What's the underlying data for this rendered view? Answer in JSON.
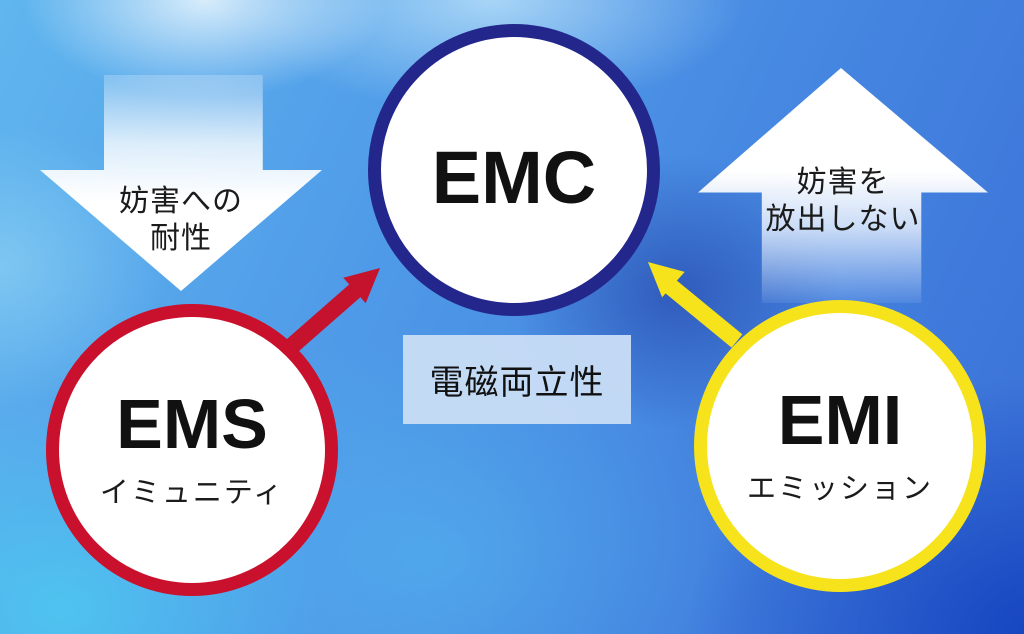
{
  "diagram": {
    "type": "concept-diagram",
    "topic": "EMC EMS EMI relationship",
    "nodes": {
      "emc": {
        "label": "EMC",
        "border_color": "#23278c"
      },
      "ems": {
        "label": "EMS",
        "sublabel": "イミュニティ",
        "border_color": "#c9102d"
      },
      "emi": {
        "label": "EMI",
        "sublabel": "エミッション",
        "border_color": "#f6e31b"
      }
    },
    "center_label": {
      "text": "電磁両立性",
      "bg_color": "#c9ddf6"
    },
    "block_arrows": {
      "left_down": {
        "line1": "妨害への",
        "line2": "耐性"
      },
      "right_up": {
        "line1": "妨害を",
        "line2": "放出しない"
      }
    },
    "connectors": {
      "ems_to_emc": {
        "color": "#c5122d"
      },
      "emi_to_emc": {
        "color": "#f6e31b"
      }
    }
  }
}
